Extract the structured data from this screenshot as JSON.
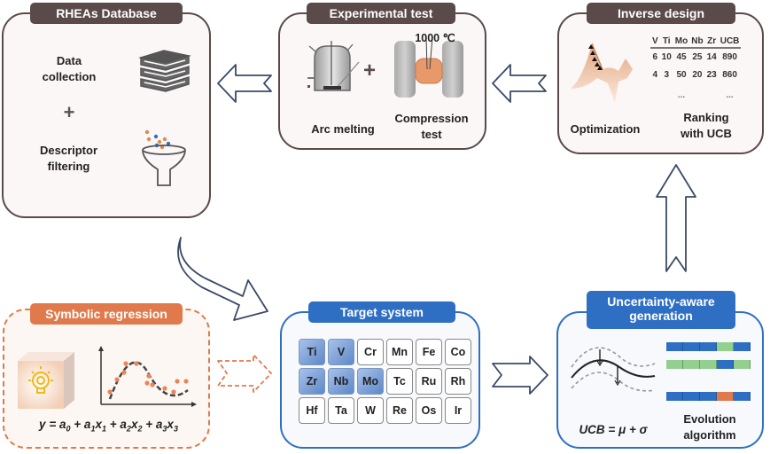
{
  "panels": {
    "database": {
      "title": "RHEAs Database",
      "item1": [
        "Data",
        "collection"
      ],
      "plus": "+",
      "item2": [
        "Descriptor",
        "filtering"
      ],
      "icons": [
        "books-icon",
        "funnel-icon"
      ]
    },
    "experimental": {
      "title": "Experimental test",
      "temperature": "1000 ℃",
      "plus": "+",
      "label1": "Arc melting",
      "label2": [
        "Compression",
        "test"
      ],
      "icons": [
        "arc-furnace-icon",
        "compression-press-icon"
      ]
    },
    "inverse": {
      "title": "Inverse design",
      "label1": "Optimization",
      "label2": [
        "Ranking",
        "with UCB"
      ],
      "table": {
        "headers": [
          "V",
          "Ti",
          "Mo",
          "Nb",
          "Zr",
          "UCB"
        ],
        "rows": [
          [
            "6",
            "10",
            "45",
            "25",
            "14",
            "890"
          ],
          [
            "4",
            "3",
            "50",
            "20",
            "23",
            "860"
          ]
        ],
        "ellipsis": [
          "...",
          "..."
        ]
      }
    },
    "symbolic": {
      "title": "Symbolic regression",
      "equation": "y = a0 + a1x1 + a2x2 + a3x3",
      "icons": [
        "lightbulb-cube-icon",
        "fit-curve-plot-icon"
      ]
    },
    "target": {
      "title": "Target system",
      "elements": [
        {
          "sym": "Ti",
          "selected": true
        },
        {
          "sym": "V",
          "selected": true
        },
        {
          "sym": "Cr",
          "selected": false
        },
        {
          "sym": "Mn",
          "selected": false
        },
        {
          "sym": "Fe",
          "selected": false
        },
        {
          "sym": "Co",
          "selected": false
        },
        {
          "sym": "Zr",
          "selected": true
        },
        {
          "sym": "Nb",
          "selected": true
        },
        {
          "sym": "Mo",
          "selected": true
        },
        {
          "sym": "Tc",
          "selected": false
        },
        {
          "sym": "Ru",
          "selected": false
        },
        {
          "sym": "Rh",
          "selected": false
        },
        {
          "sym": "Hf",
          "selected": false
        },
        {
          "sym": "Ta",
          "selected": false
        },
        {
          "sym": "W",
          "selected": false
        },
        {
          "sym": "Re",
          "selected": false
        },
        {
          "sym": "Os",
          "selected": false
        },
        {
          "sym": "Ir",
          "selected": false
        }
      ]
    },
    "uncertainty": {
      "title": [
        "Uncertainty-aware",
        "generation"
      ],
      "equation": "UCB = μ + σ",
      "label": [
        "Evolution",
        "algorithm"
      ],
      "chromosomes": [
        [
          "blue",
          "blue",
          "blue",
          "green",
          "blue"
        ],
        [
          "green",
          "green",
          "green",
          "blue",
          "green"
        ],
        [
          "blue",
          "blue",
          "blue",
          "orange",
          "blue"
        ]
      ]
    }
  },
  "colors": {
    "brown": "#5a4a4a",
    "blue": "#2f6fc3",
    "orange": "#e07a4c",
    "green": "#93cf8e",
    "arrow": "#3a4a66"
  }
}
